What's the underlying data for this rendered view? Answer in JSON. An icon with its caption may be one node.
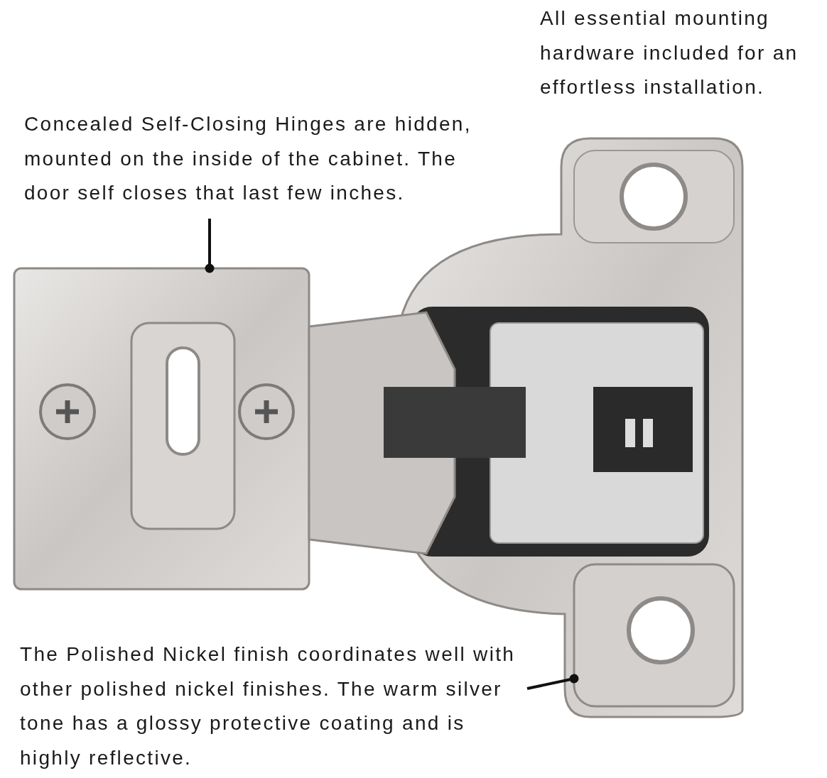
{
  "diagram": {
    "nodes": [
      {
        "text": [
          "Concealed Self-Closing Hinges are hidden, mounted on the inside of the cabinet. The door self closes that last few inches."
        ]
      },
      {
        "text": [],
        "shape": "picture"
      },
      {
        "text": [
          "The Polished Nickel finish coordinates well with other polished nickel finishes. The warm silver tone has a glossy protective coating and is highly reflective."
        ]
      },
      {
        "text": [],
        "shape": "picture"
      }
    ],
    "edges": [
      {
        "from": 0,
        "to": 1,
        "arrow": "other"
      },
      {
        "from": 2,
        "to": 3,
        "arrow": "other"
      }
    ],
    "labels": [
      "All essential mounting hardware included for an effortless installation."
    ]
  }
}
